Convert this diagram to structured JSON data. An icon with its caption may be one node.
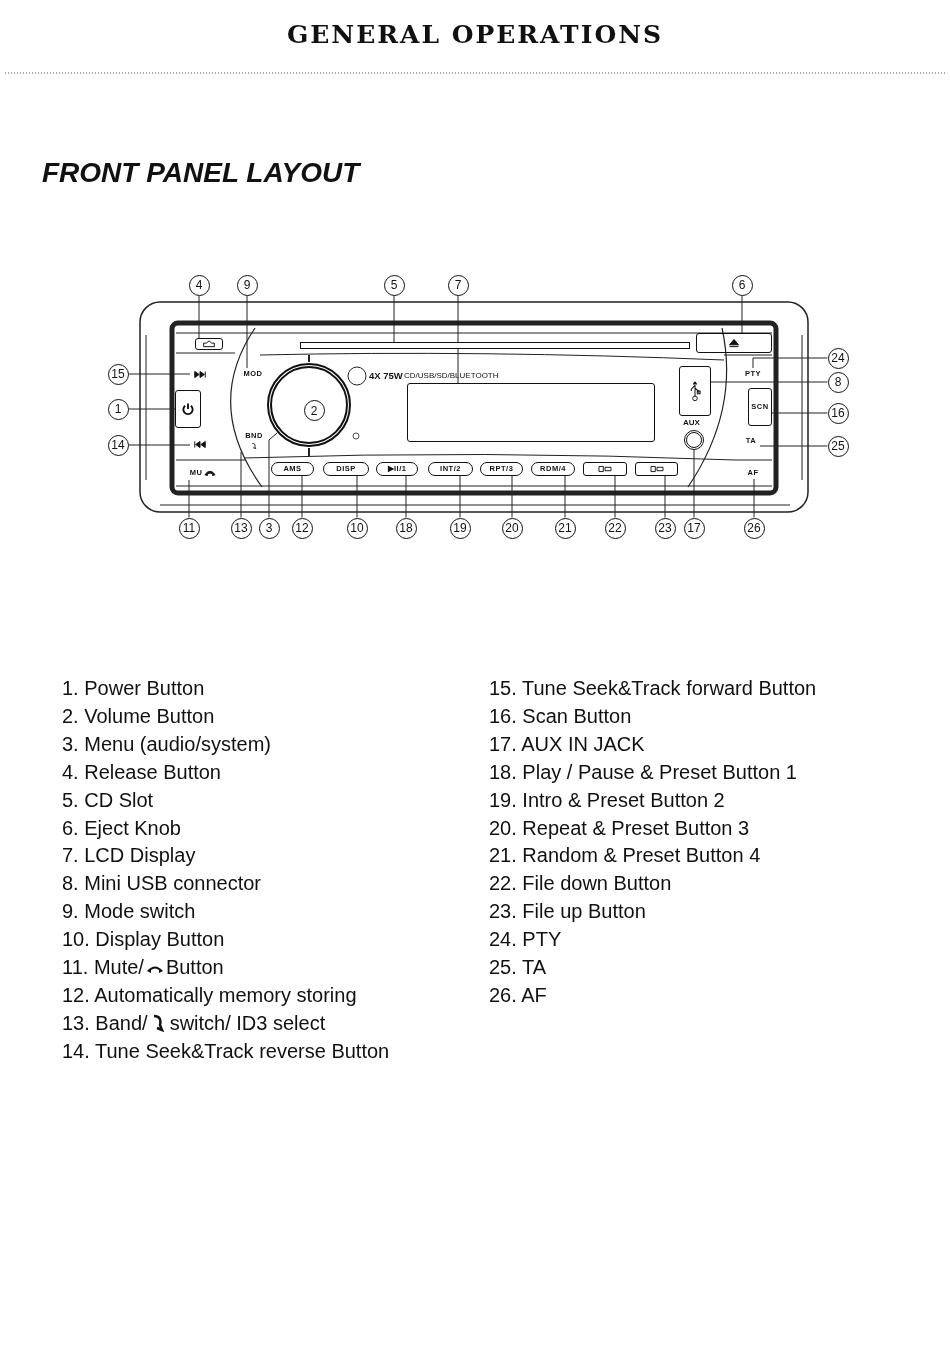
{
  "diagram": {
    "title": "GENERAL OPERATIONS",
    "nodes": [
      {
        "text": [],
        "shape": "circle"
      },
      {
        "text": [
          "1"
        ]
      },
      {
        "text": [
          "2"
        ],
        "in": 0
      },
      {
        "text": [
          "3"
        ]
      },
      {
        "text": [
          "4"
        ]
      },
      {
        "text": [
          "5"
        ]
      },
      {
        "text": [
          "6"
        ]
      },
      {
        "text": [
          "7"
        ]
      },
      {
        "text": [
          "8"
        ]
      },
      {
        "text": [
          "9"
        ]
      },
      {
        "text": [
          "10"
        ]
      },
      {
        "text": [
          "11"
        ]
      },
      {
        "text": [
          "12"
        ]
      },
      {
        "text": [
          "13"
        ]
      },
      {
        "text": [
          "14"
        ]
      },
      {
        "text": [
          "15"
        ]
      },
      {
        "text": [
          "16"
        ]
      },
      {
        "text": [
          "17"
        ]
      },
      {
        "text": [
          "18"
        ]
      },
      {
        "text": [
          "19"
        ]
      },
      {
        "text": [
          "20"
        ]
      },
      {
        "text": [
          "21"
        ]
      },
      {
        "text": [
          "22"
        ]
      },
      {
        "text": [
          "23"
        ]
      },
      {
        "text": [
          "24"
        ]
      },
      {
        "text": [
          "25"
        ]
      },
      {
        "text": [
          "26"
        ]
      },
      {
        "text": [],
        "shape": "box"
      },
      {
        "text": [],
        "shape": "box"
      },
      {
        "text": [],
        "shape": "bar"
      },
      {
        "text": [],
        "shape": "box"
      },
      {
        "text": [],
        "shape": "box"
      },
      {
        "text": [],
        "shape": "box"
      },
      {
        "text": [
          "MOD"
        ]
      },
      {
        "text": [
          "DISP"
        ]
      },
      {
        "text": [
          "MU"
        ]
      },
      {
        "text": [
          "AMS"
        ]
      },
      {
        "text": [
          "BND"
        ]
      },
      {
        "text": [],
        "shape": "icon"
      },
      {
        "text": [],
        "shape": "icon"
      },
      {
        "text": [
          "SCN"
        ]
      },
      {
        "text": [],
        "shape": "circle"
      },
      {
        "text": [
          "▶II/1"
        ]
      },
      {
        "text": [
          "INT/2"
        ]
      },
      {
        "text": [
          "RPT/3"
        ]
      },
      {
        "text": [
          "RDM/4"
        ]
      },
      {
        "text": [],
        "shape": "box"
      },
      {
        "text": [],
        "shape": "box"
      },
      {
        "text": [
          "PTY"
        ]
      },
      {
        "text": [
          "TA"
        ]
      },
      {
        "text": [
          "AF"
        ]
      }
    ],
    "edges": [
      {
        "from": 1,
        "to": 27,
        "arrow": "none"
      },
      {
        "from": 3,
        "to": 0,
        "arrow": "none"
      },
      {
        "from": 4,
        "to": 28,
        "arrow": "none"
      },
      {
        "from": 5,
        "to": 29,
        "arrow": "none"
      },
      {
        "from": 6,
        "to": 30,
        "arrow": "none"
      },
      {
        "from": 7,
        "to": 31,
        "arrow": "none"
      },
      {
        "from": 8,
        "to": 32,
        "arrow": "none"
      },
      {
        "from": 9,
        "to": 33,
        "arrow": "none"
      },
      {
        "from": 10,
        "to": 34,
        "arrow": "none"
      },
      {
        "from": 11,
        "to": 35,
        "arrow": "none"
      },
      {
        "from": 12,
        "to": 36,
        "arrow": "none"
      },
      {
        "from": 13,
        "to": 37,
        "arrow": "none"
      },
      {
        "from": 14,
        "to": 39,
        "arrow": "none"
      },
      {
        "from": 15,
        "to": 38,
        "arrow": "none"
      },
      {
        "from": 16,
        "to": 40,
        "arrow": "none"
      },
      {
        "from": 17,
        "to": 41,
        "arrow": "none"
      },
      {
        "from": 18,
        "to": 42,
        "arrow": "none"
      },
      {
        "from": 19,
        "to": 43,
        "arrow": "none"
      },
      {
        "from": 20,
        "to": 44,
        "arrow": "none"
      },
      {
        "from": 21,
        "to": 45,
        "arrow": "none"
      },
      {
        "from": 22,
        "to": 46,
        "arrow": "none"
      },
      {
        "from": 23,
        "to": 47,
        "arrow": "none"
      },
      {
        "from": 24,
        "to": 48,
        "arrow": "none"
      },
      {
        "from": 25,
        "to": 49,
        "arrow": "none"
      },
      {
        "from": 26,
        "to": 50,
        "arrow": "none"
      }
    ],
    "labels": [
      "FRONT PANEL LAYOUT",
      "AUX",
      "4X 75W",
      "CD/USB/SD/BLUETOOTH",
      "1. Power Button",
      "2. Volume Button",
      "3. Menu (audio/system)",
      "4. Release Button",
      "5. CD Slot",
      "6. Eject Knob",
      "7. LCD Display",
      "8. Mini USB connector",
      "9. Mode switch",
      "10. Display Button",
      "11. Mute/",
      "Button",
      "12. Automatically memory storing",
      "13. Band/",
      "switch/ ID3 select",
      "14. Tune Seek&Track reverse Button",
      "15. Tune Seek&Track forward Button",
      "16. Scan Button",
      "17. AUX IN JACK",
      "18. Play / Pause & Preset Button 1",
      "19. Intro & Preset Button 2",
      "20. Repeat & Preset Button 3",
      "21. Random & Preset Button 4",
      "22. File down Button",
      "23. File up Button",
      "24. PTY",
      "25. TA",
      "26. AF"
    ]
  }
}
